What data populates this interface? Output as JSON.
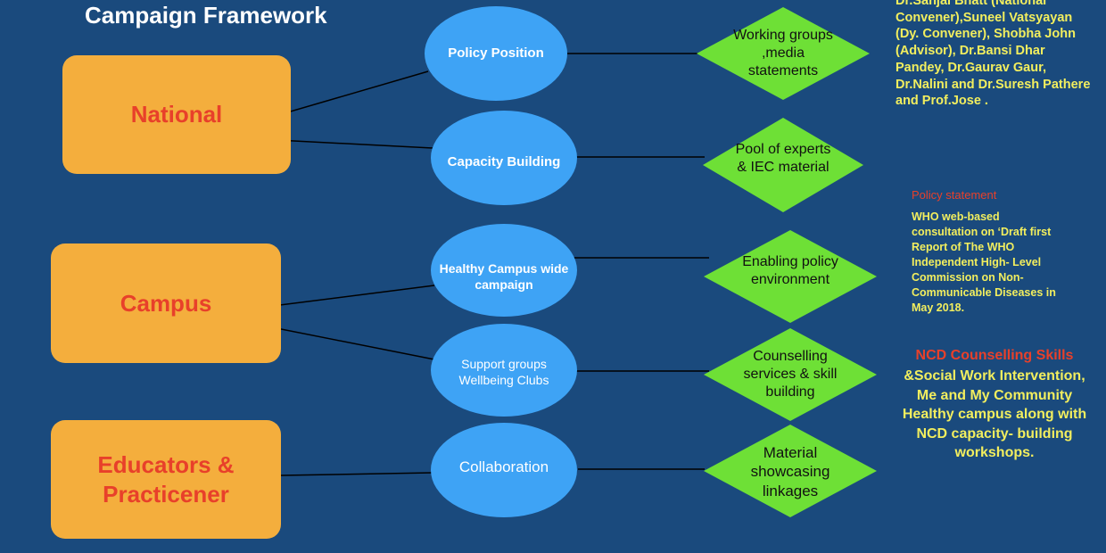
{
  "title": "Campaign Framework",
  "colors": {
    "background": "#1a4a7d",
    "level_box": "#f4ae3d",
    "level_text": "#e8402a",
    "ellipse": "#3ea3f5",
    "diamond": "#6ee036",
    "note_text": "#f2ee5e"
  },
  "levels": [
    {
      "label": "National"
    },
    {
      "label": "Campus"
    },
    {
      "label": "Educators & Practicener"
    }
  ],
  "activities": [
    {
      "label": "Policy Position"
    },
    {
      "label": "Capacity Building"
    },
    {
      "label": "Healthy Campus wide campaign"
    },
    {
      "label": "Support groups Wellbeing Clubs"
    },
    {
      "label": "Collaboration"
    }
  ],
  "outputs": [
    {
      "label": "Working groups ,media statements"
    },
    {
      "label": "Pool of experts & IEC material"
    },
    {
      "label": "Enabling policy environment"
    },
    {
      "label": "Counselling services & skill building"
    },
    {
      "label": "Material showcasing linkages"
    }
  ],
  "notes": {
    "team": "Dr.Sanjai Bhatt (National Convener),Suneel Vatsyayan (Dy. Convener), Shobha John (Advisor), Dr.Bansi Dhar Pandey, Dr.Gaurav Gaur, Dr.Nalini and Dr.Suresh Pathere and Prof.Jose .",
    "policy_heading": "Policy statement",
    "policy_body": "WHO web-based consultation on ‘Draft first Report of The WHO Independent High- Level Commission on Non-Communicable Diseases in May 2018.",
    "ncd_heading": "NCD Counselling Skills",
    "ncd_body": "&Social Work Intervention, Me and My Community Healthy campus along with NCD capacity- building workshops."
  }
}
